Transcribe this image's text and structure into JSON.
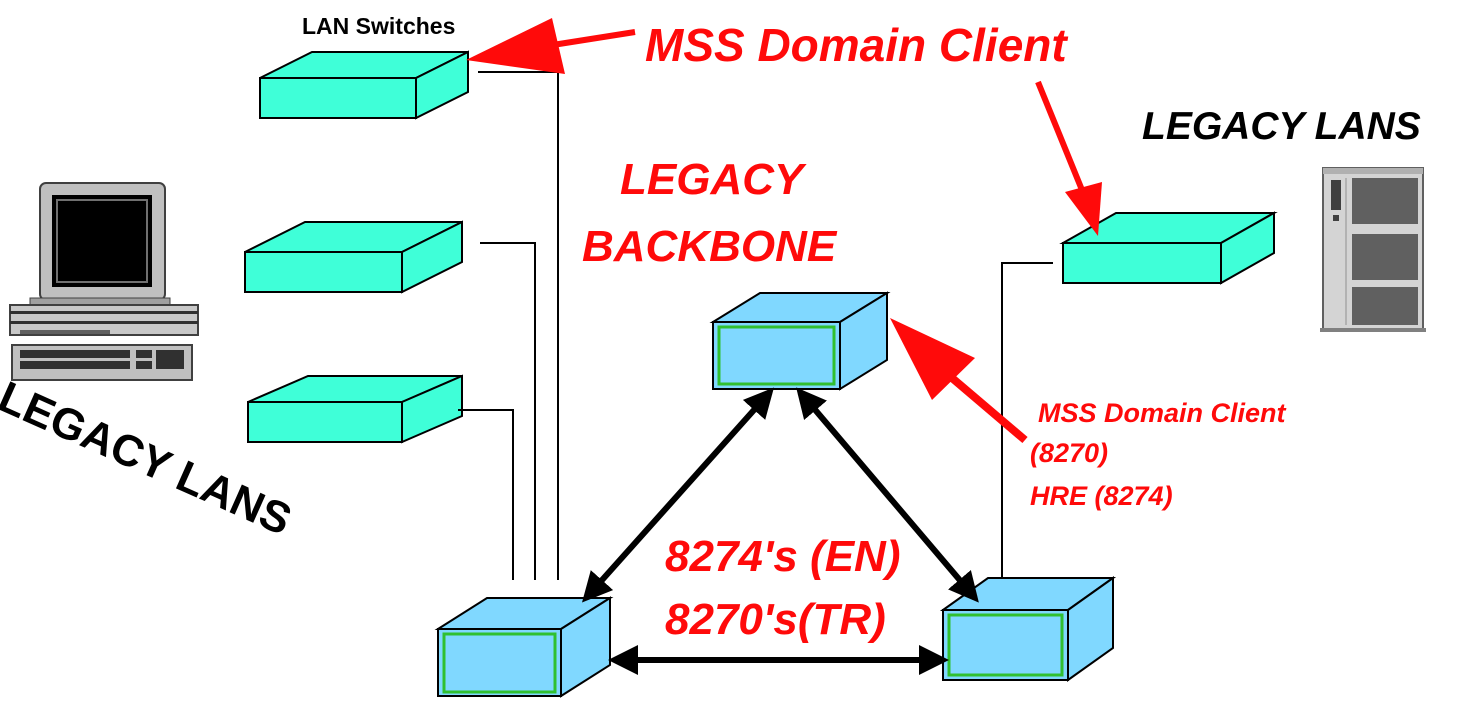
{
  "labels": {
    "lan_switches": "LAN Switches",
    "mss_domain_client_top": "MSS Domain Client",
    "legacy_lans_right": "LEGACY LANS",
    "legacy_backbone_line1": "LEGACY",
    "legacy_backbone_line2": "BACKBONE",
    "legacy_lans_left": "LEGACY LANS",
    "mss_client_note_line1": "MSS Domain Client",
    "mss_client_note_line2": "(8270)",
    "mss_client_note_line3": "HRE (8274)",
    "center_line1": "8274's (EN)",
    "center_line2": "8270's(TR)"
  },
  "colors": {
    "switch_fill": "#3fffd8",
    "box_fill": "#80d8ff",
    "box_inner_stroke": "#30c030",
    "accent_red": "#ff0a0a",
    "line": "#000000",
    "pc_body": "#c0c0c0",
    "server_body": "#d0d0d0"
  }
}
